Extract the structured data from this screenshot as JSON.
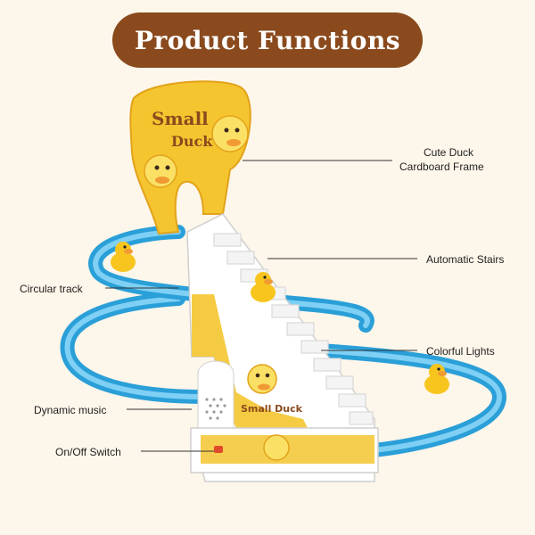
{
  "banner": {
    "title": "Product Functions"
  },
  "product": {
    "frame_title_line1": "Small",
    "frame_title_line2": "Duck",
    "stair_sign": "Small Duck"
  },
  "callouts": {
    "frame_line1": "Cute Duck",
    "frame_line2": "Cardboard Frame",
    "stairs": "Automatic Stairs",
    "track": "Circular track",
    "lights": "Colorful Lights",
    "music": "Dynamic music",
    "switch": "On/Off Switch"
  },
  "colors": {
    "banner_bg": "#8a4a1d",
    "track_blue": "#3fb3ea",
    "duck_yellow": "#f7c51e",
    "frame_yellow": "#f5c530",
    "background": "#fdf6ea"
  }
}
